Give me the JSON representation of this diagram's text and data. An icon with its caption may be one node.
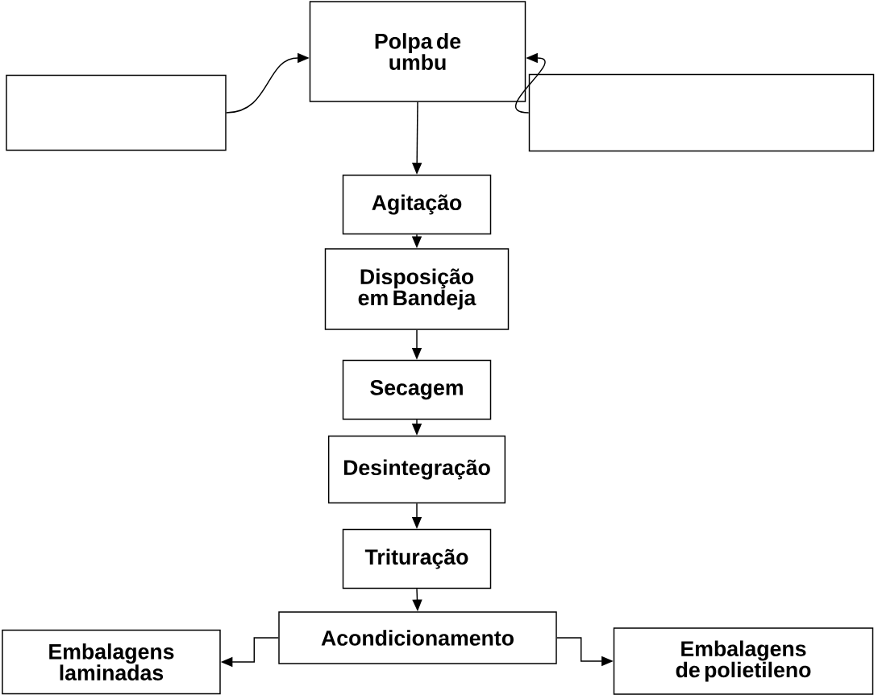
{
  "diagram": {
    "nodes": [
      {
        "text": [
          "Polpa de umbu"
        ]
      },
      {
        "text": [],
        "shape": "box"
      },
      {
        "text": [],
        "shape": "box"
      },
      {
        "text": [
          "Agitação"
        ]
      },
      {
        "text": [
          "Disposição em Bandeja"
        ]
      },
      {
        "text": [
          "Secagem"
        ]
      },
      {
        "text": [
          "Desintegração"
        ]
      },
      {
        "text": [
          "Trituração"
        ]
      },
      {
        "text": [
          "Acondicionamento"
        ]
      },
      {
        "text": [
          "Embalagens laminadas"
        ]
      },
      {
        "text": [
          "Embalagens de polietileno"
        ]
      }
    ],
    "edges": [
      {
        "from": 1,
        "to": 0,
        "arrow": "to"
      },
      {
        "from": 2,
        "to": 0,
        "arrow": "to"
      },
      {
        "from": 0,
        "to": 3,
        "arrow": "to"
      },
      {
        "from": 3,
        "to": 4,
        "arrow": "to"
      },
      {
        "from": 4,
        "to": 5,
        "arrow": "to"
      },
      {
        "from": 5,
        "to": 6,
        "arrow": "to"
      },
      {
        "from": 6,
        "to": 7,
        "arrow": "to"
      },
      {
        "from": 7,
        "to": 8,
        "arrow": "to"
      },
      {
        "from": 8,
        "to": 9,
        "arrow": "to"
      },
      {
        "from": 8,
        "to": 10,
        "arrow": "to"
      }
    ]
  }
}
